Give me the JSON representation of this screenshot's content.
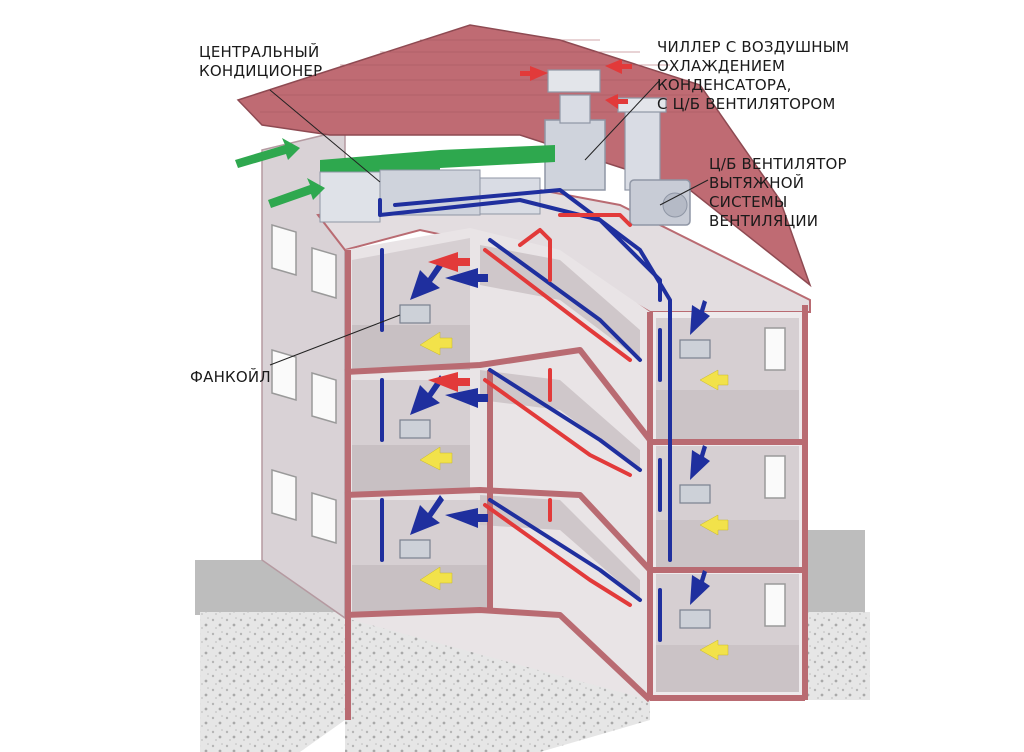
{
  "labels": {
    "central_ac": {
      "line1": "ЦЕНТРАЛЬНЫЙ",
      "line2": "КОНДИЦИОНЕР"
    },
    "chiller": {
      "line1": "ЧИЛЛЕР С ВОЗДУШНЫМ",
      "line2": "ОХЛАЖДЕНИЕМ",
      "line3": "КОНДЕНСАТОРА,",
      "line4": "С Ц/Б ВЕНТИЛЯТОРОМ"
    },
    "exhaust_fan": {
      "line1": "Ц/Б ВЕНТИЛЯТОР",
      "line2": "ВЫТЯЖНОЙ",
      "line3": "СИСТЕМЫ",
      "line4": "ВЕНТИЛЯЦИИ"
    },
    "fancoil": {
      "line1": "ФАНКОЙЛ"
    }
  },
  "colors": {
    "roof": "#b9646b",
    "wall": "#ddd6da",
    "structure": "#b96b72",
    "supply_pipe": "#1f2f9e",
    "return_pipe": "#e23a3a",
    "fresh_air_duct": "#2fa84f",
    "warm_air_arrow": "#f2e24a",
    "ground": "#d8d8d8"
  }
}
